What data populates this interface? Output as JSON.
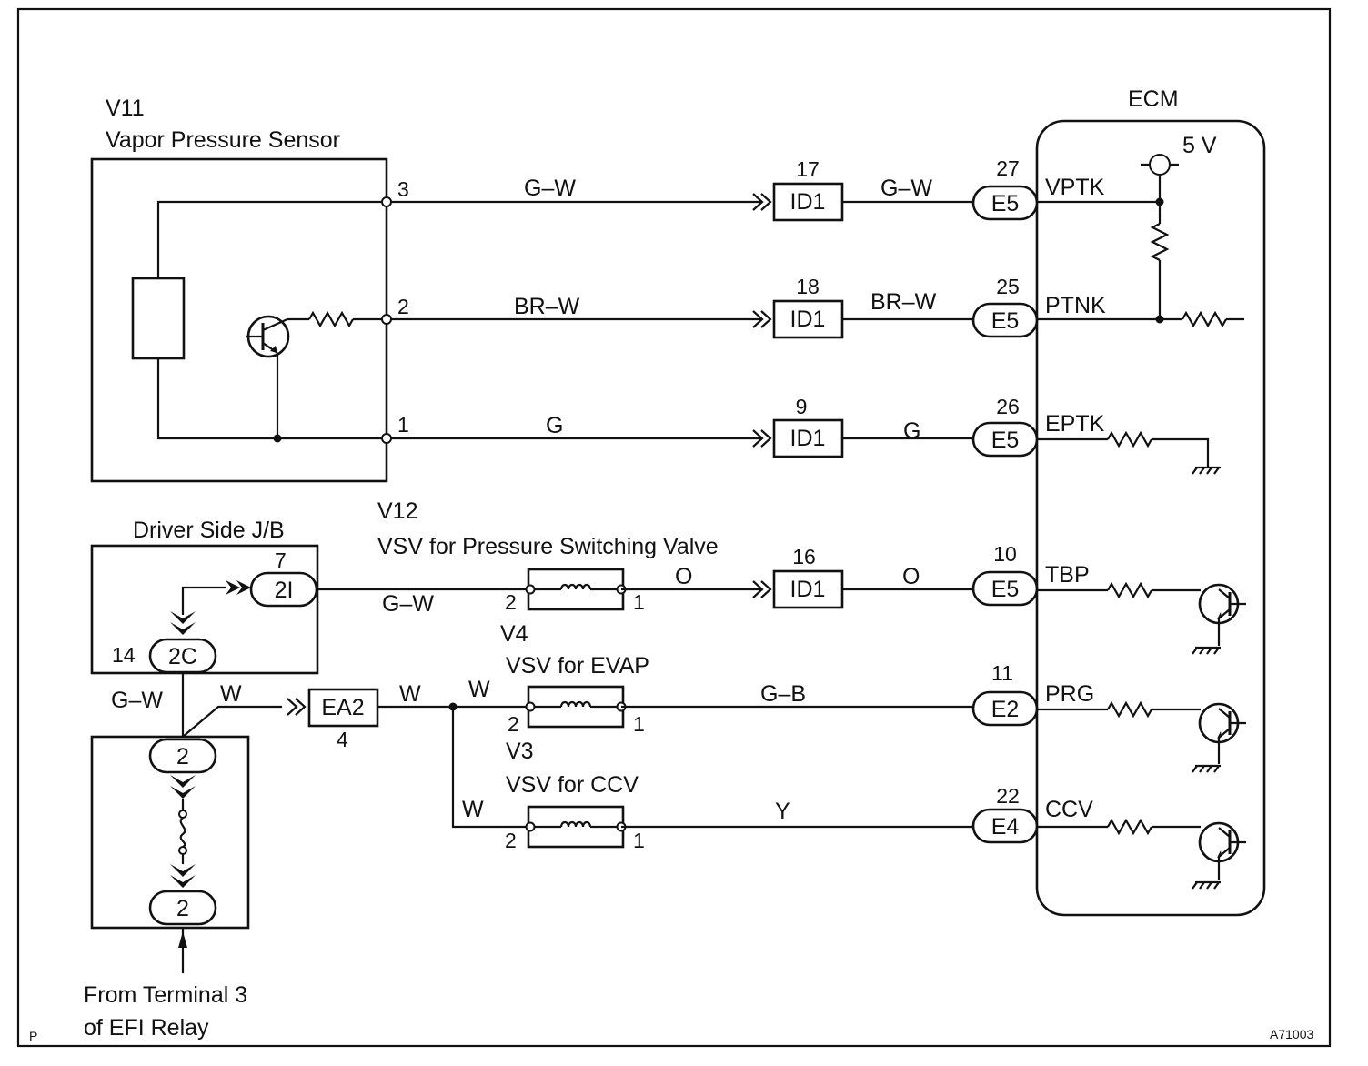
{
  "components": {
    "sensor_code": "V11",
    "sensor_name": "Vapor Pressure Sensor",
    "ecm": "ECM",
    "supply": "5 V",
    "jb": "Driver Side J/B",
    "v12_code": "V12",
    "v12_name": "VSV for Pressure Switching Valve",
    "v4_code": "V4",
    "evap_name": "VSV for EVAP",
    "v3_code": "V3",
    "ccv_name": "VSV for CCV",
    "from_line1": "From Terminal 3",
    "from_line2": "of EFI Relay"
  },
  "sensor_pins": [
    "3",
    "2",
    "1"
  ],
  "id1_pins": [
    "17",
    "18",
    "9",
    "16"
  ],
  "id1_label": "ID1",
  "ecm_pins": [
    "27",
    "25",
    "26",
    "10",
    "11",
    "22"
  ],
  "ecm_connectors": [
    "E5",
    "E5",
    "E5",
    "E5",
    "E2",
    "E4"
  ],
  "ecm_signals": [
    "VPTK",
    "PTNK",
    "EPTK",
    "TBP",
    "PRG",
    "CCV"
  ],
  "wires": {
    "vptk": "G–W",
    "ptnk": "BR–W",
    "eptk": "G",
    "tbp_left": "G–W",
    "tbp_right": "O",
    "prg": "G–B",
    "ccv": "Y",
    "jb_down": "G–W",
    "to_ea2": "W",
    "ea2_out": "W",
    "to_evap": "W",
    "to_ccv": "W"
  },
  "jb_connectors": {
    "top": "2I",
    "top_pin": "7",
    "bottom": "2C",
    "bottom_pin": "14"
  },
  "ea2": {
    "label": "EA2",
    "pin": "4"
  },
  "lower_box": {
    "top": "2",
    "bottom": "2"
  },
  "vsv_pins": {
    "in": "2",
    "out": "1"
  },
  "footer": {
    "left": "P",
    "code": "A71003"
  }
}
